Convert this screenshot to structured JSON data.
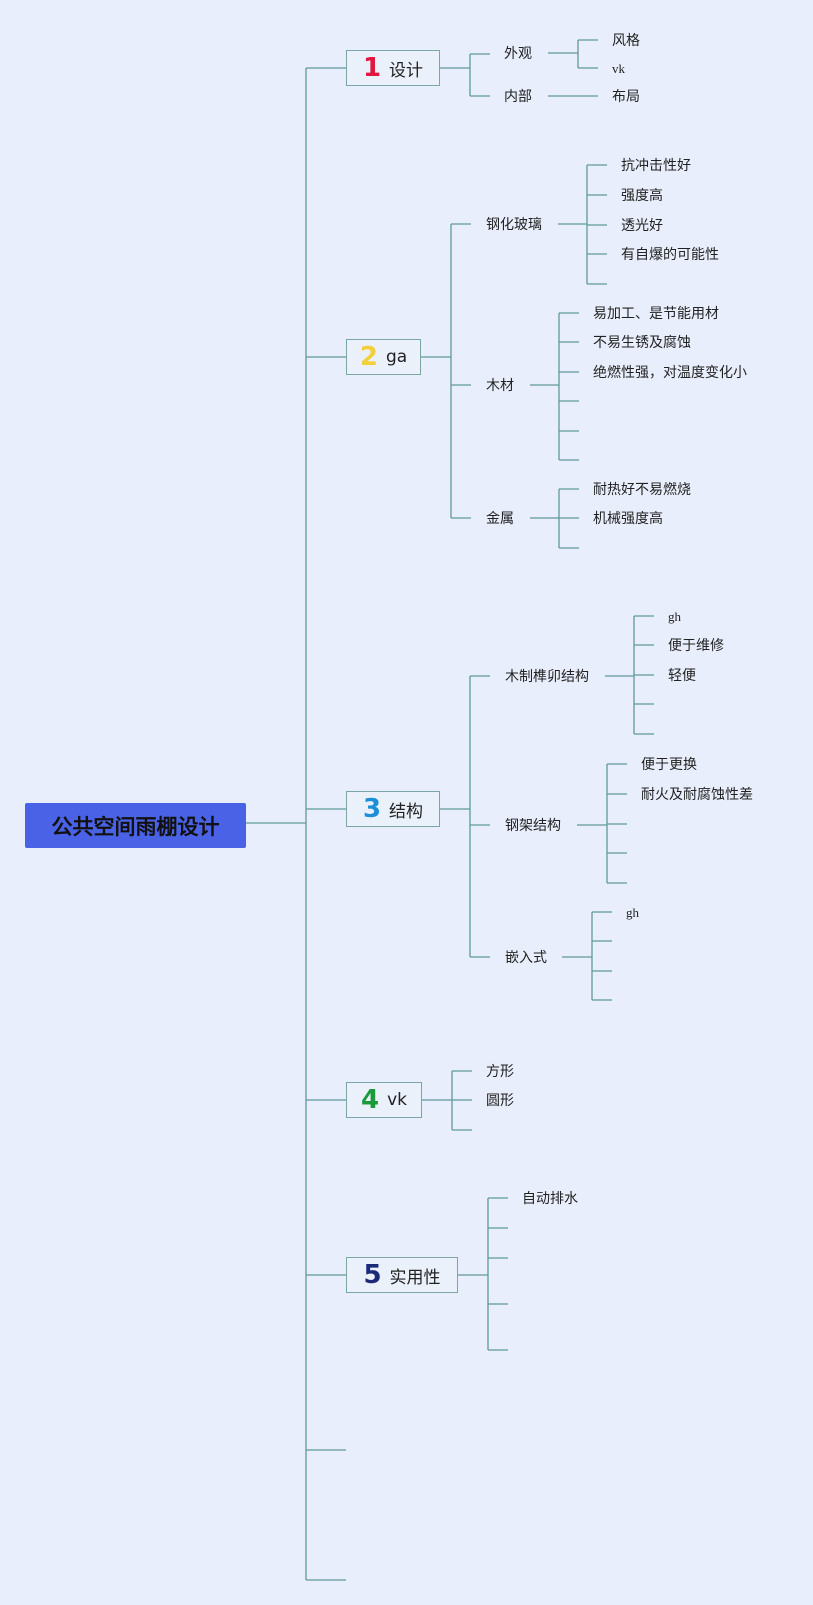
{
  "root": {
    "title": "公共空间雨棚设计",
    "color": "#4a62e6"
  },
  "branches": [
    {
      "num": "1",
      "label": "设计",
      "num_color": "#e0183c",
      "children": [
        {
          "label": "外观",
          "items": [
            "风格",
            "vk"
          ]
        },
        {
          "label": "内部",
          "items": [
            "布局"
          ]
        }
      ]
    },
    {
      "num": "2",
      "label": "ga",
      "num_color": "#f5cf3a",
      "children": [
        {
          "label": "钢化玻璃",
          "items": [
            "抗冲击性好",
            "强度高",
            "透光好",
            "有自爆的可能性"
          ]
        },
        {
          "label": "木材",
          "items": [
            "易加工、是节能用材",
            "不易生锈及腐蚀",
            "绝燃性强，对温度变化小"
          ]
        },
        {
          "label": "金属",
          "items": [
            "耐热好不易燃烧",
            "机械强度高"
          ]
        }
      ]
    },
    {
      "num": "3",
      "label": "结构",
      "num_color": "#1c8fd8",
      "children": [
        {
          "label": "木制榫卯结构",
          "items": [
            "gh",
            "便于维修",
            "轻便"
          ]
        },
        {
          "label": "钢架结构",
          "items": [
            "便于更换",
            "耐火及耐腐蚀性差"
          ]
        },
        {
          "label": "嵌入式",
          "items": [
            "gh"
          ]
        }
      ]
    },
    {
      "num": "4",
      "label": "vk",
      "num_color": "#1b9a3a",
      "children": [
        {
          "label": "方形",
          "items": []
        },
        {
          "label": "圆形",
          "items": []
        }
      ]
    },
    {
      "num": "5",
      "label": "实用性",
      "num_color": "#1c2a7a",
      "children": [
        {
          "label": "自动排水",
          "items": []
        }
      ]
    }
  ]
}
